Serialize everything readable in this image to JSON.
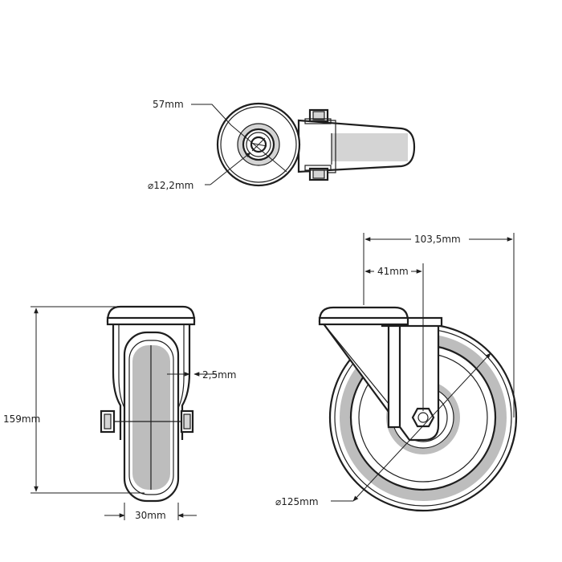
{
  "dimensions": {
    "top_outer_diameter": "57mm",
    "top_hole_diameter": "12,2mm",
    "front_thickness": "2,5mm",
    "front_height": "159mm",
    "front_wheel_width": "30mm",
    "side_offset_total": "103,5mm",
    "side_offset_axle": "41mm",
    "side_wheel_diameter": "125mm"
  }
}
